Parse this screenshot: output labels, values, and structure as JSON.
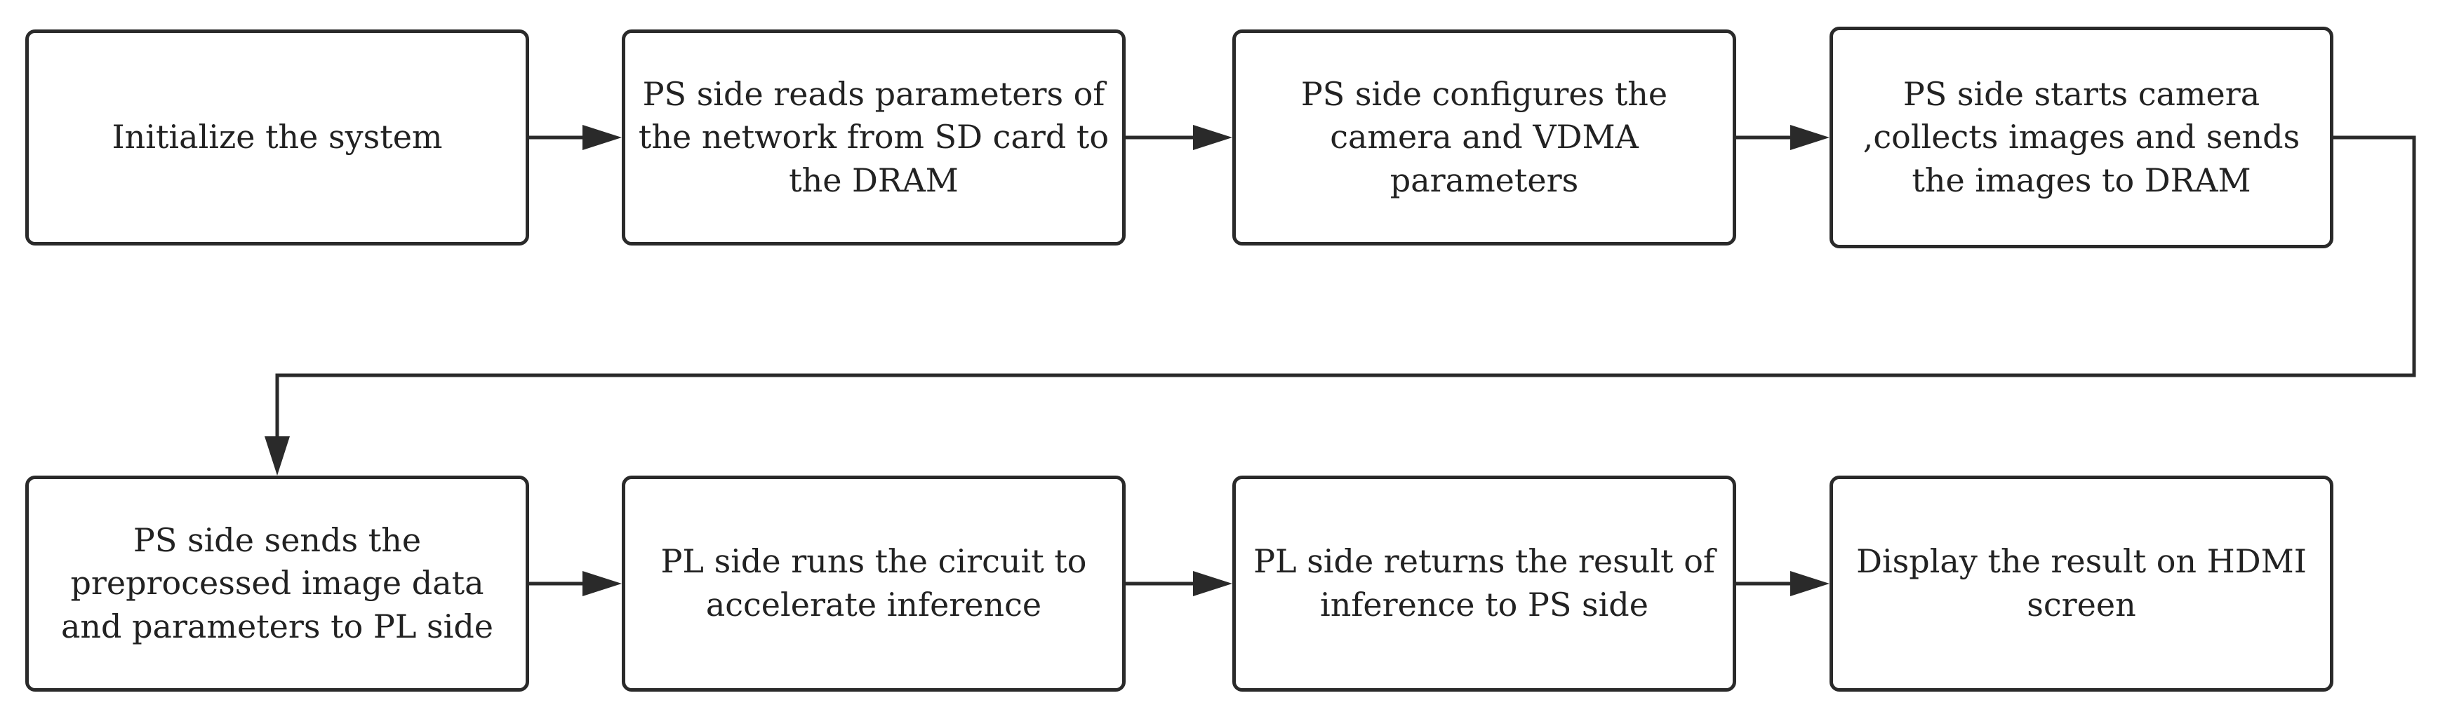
{
  "diagram": {
    "steps": [
      {
        "id": "init",
        "text": "Initialize the system"
      },
      {
        "id": "read-params",
        "text": "PS side reads parameters of the network from SD card to the DRAM"
      },
      {
        "id": "configure",
        "text": "PS side configures the camera and VDMA parameters"
      },
      {
        "id": "capture",
        "text": "PS side starts camera ,collects images and sends the images to DRAM"
      },
      {
        "id": "send-data",
        "text": "PS side sends the preprocessed image data and parameters to PL side"
      },
      {
        "id": "run-circuit",
        "text": "PL side runs the circuit to accelerate inference"
      },
      {
        "id": "return-result",
        "text": "PL side returns the result of inference to PS side"
      },
      {
        "id": "display",
        "text": "Display the result on HDMI screen"
      }
    ],
    "edges": [
      [
        "init",
        "read-params"
      ],
      [
        "read-params",
        "configure"
      ],
      [
        "configure",
        "capture"
      ],
      [
        "capture",
        "send-data"
      ],
      [
        "send-data",
        "run-circuit"
      ],
      [
        "run-circuit",
        "return-result"
      ],
      [
        "return-result",
        "display"
      ]
    ],
    "colors": {
      "stroke": "#2a2a2a",
      "text": "#222222",
      "background": "#ffffff"
    }
  }
}
